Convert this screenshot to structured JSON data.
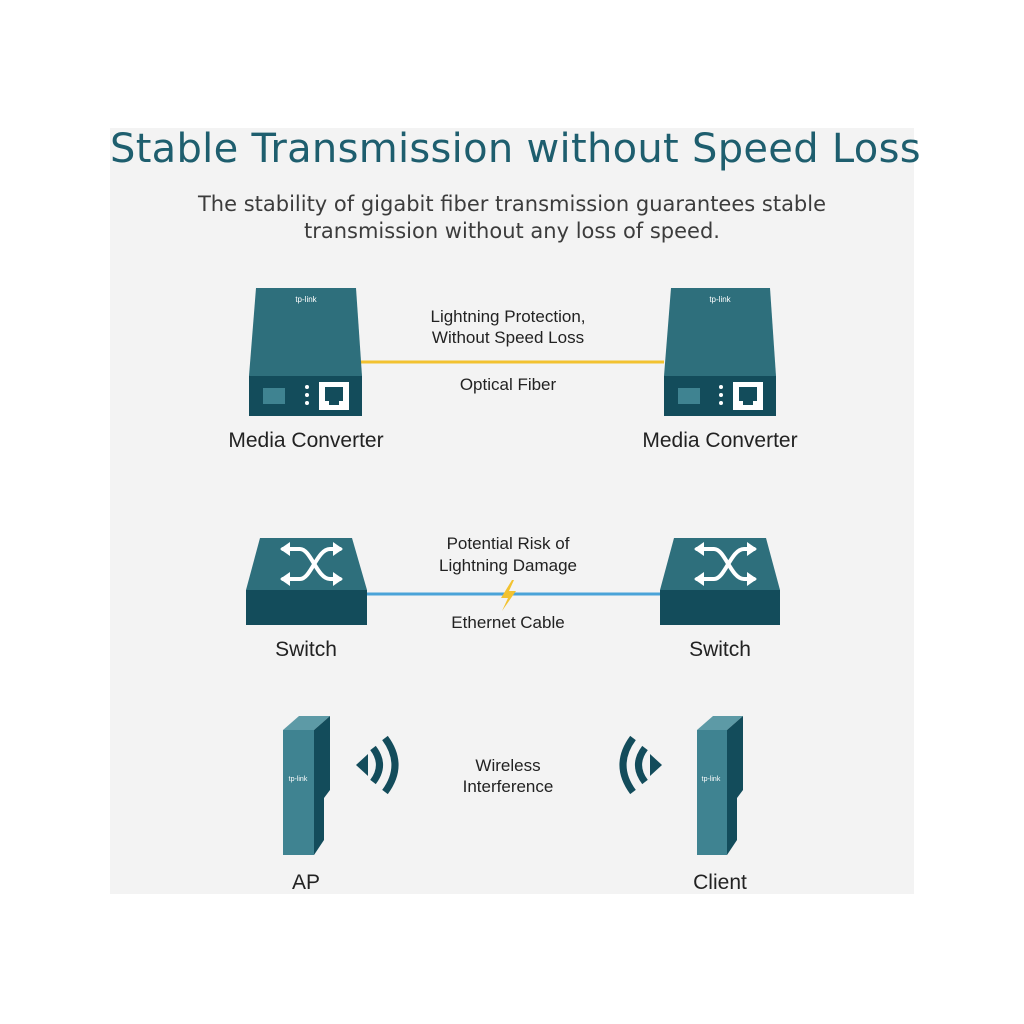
{
  "title": "Stable Transmission without Speed Loss",
  "subtitle_line1": "The stability of gigabit fiber transmission guarantees stable",
  "subtitle_line2": "transmission without any loss of speed.",
  "fiber": {
    "caption_line1": "Lightning Protection,",
    "caption_line2": "Without Speed Loss",
    "link_label": "Optical Fiber",
    "left_device": "Media Converter",
    "right_device": "Media Converter",
    "brand": "tp-link",
    "link_color": "#f2c230"
  },
  "ethernet": {
    "caption_line1": "Potential Risk of",
    "caption_line2": "Lightning Damage",
    "link_label": "Ethernet Cable",
    "left_device": "Switch",
    "right_device": "Switch",
    "link_color": "#4aa3d8"
  },
  "wireless": {
    "caption_line1": "Wireless",
    "caption_line2": "Interference",
    "left_device": "AP",
    "right_device": "Client",
    "brand": "tp-link"
  },
  "colors": {
    "device_dark": "#2e6f7c",
    "device_light": "#3f8391",
    "device_front": "#134c5b",
    "title": "#1e5e6e"
  }
}
